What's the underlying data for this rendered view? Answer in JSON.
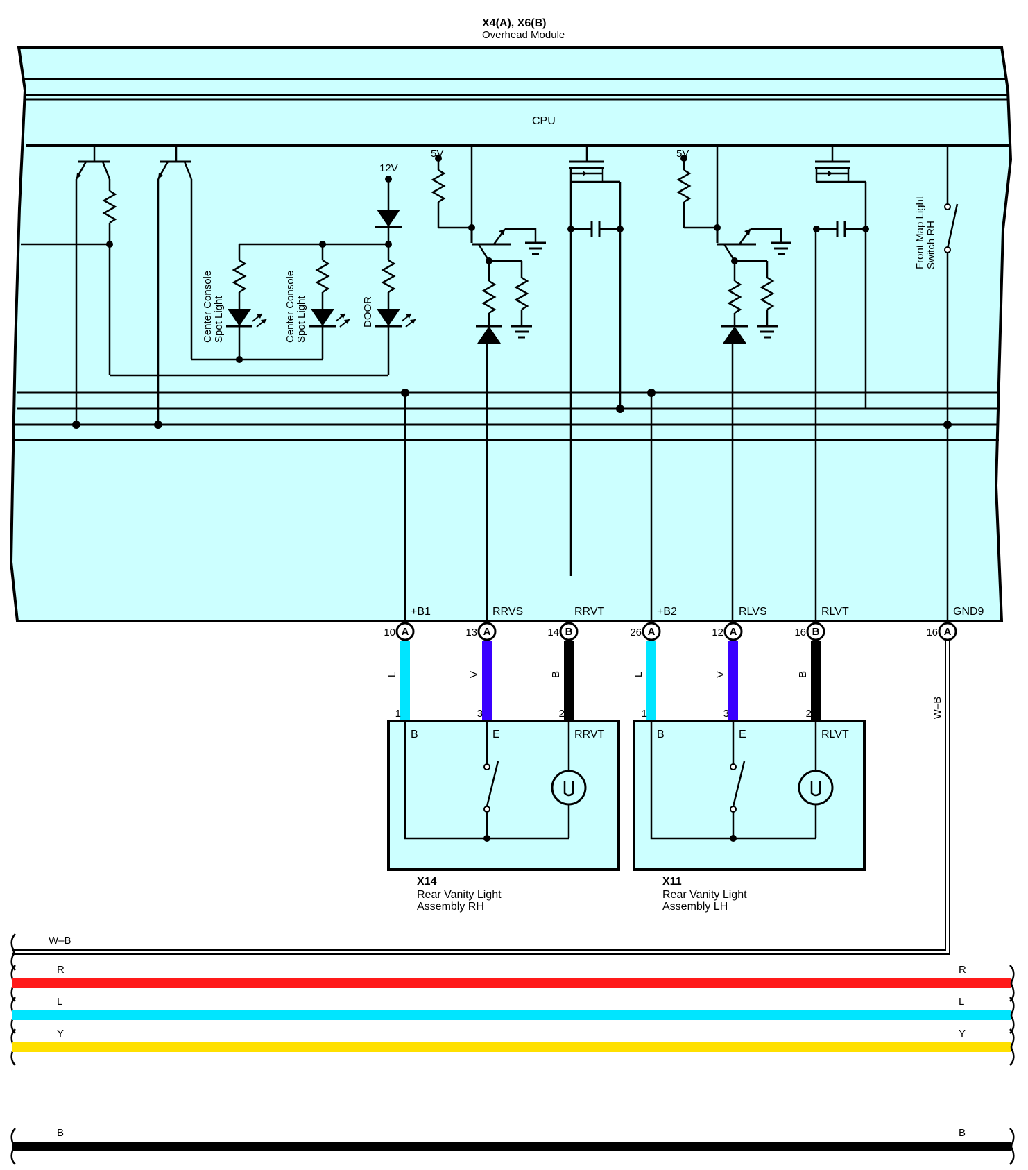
{
  "module": {
    "code": "X4(A), X6(B)",
    "name": "Overhead Module",
    "cpu_label": "CPU",
    "body_color": "#ccffff"
  },
  "internal_labels": {
    "v5_left": "5V",
    "v5_right": "5V",
    "v12": "12V",
    "spot_light_1": [
      "Center Console",
      "Spot Light"
    ],
    "spot_light_2": [
      "Center Console",
      "Spot Light"
    ],
    "door": "DOOR",
    "front_map_switch": [
      "Front Map Light",
      "Switch RH"
    ]
  },
  "pins": [
    {
      "signal": "+B1",
      "number": "10",
      "connector": "A"
    },
    {
      "signal": "RRVS",
      "number": "13",
      "connector": "A"
    },
    {
      "signal": "RRVT",
      "number": "14",
      "connector": "B"
    },
    {
      "signal": "+B2",
      "number": "26",
      "connector": "A"
    },
    {
      "signal": "RLVS",
      "number": "12",
      "connector": "A"
    },
    {
      "signal": "RLVT",
      "number": "16",
      "connector": "B"
    },
    {
      "signal": "GND9",
      "number": "16",
      "connector": "A"
    }
  ],
  "wires": [
    {
      "color_code": "L",
      "color": "#00e5ff"
    },
    {
      "color_code": "V",
      "color": "#3a00ff"
    },
    {
      "color_code": "B",
      "color": "#000000"
    },
    {
      "color_code": "L",
      "color": "#00e5ff"
    },
    {
      "color_code": "V",
      "color": "#3a00ff"
    },
    {
      "color_code": "B",
      "color": "#000000"
    },
    {
      "color_code": "W–B",
      "color": "#ffffff"
    }
  ],
  "assemblies": [
    {
      "code": "X14",
      "name": [
        "Rear Vanity Light",
        "Assembly RH"
      ],
      "pin_numbers": [
        "1",
        "3",
        "2"
      ],
      "terminals": [
        "B",
        "E",
        "RRVT"
      ]
    },
    {
      "code": "X11",
      "name": [
        "Rear Vanity Light",
        "Assembly LH"
      ],
      "pin_numbers": [
        "1",
        "3",
        "2"
      ],
      "terminals": [
        "B",
        "E",
        "RLVT"
      ]
    }
  ],
  "buses": [
    {
      "code": "W–B",
      "color": "#ffffff"
    },
    {
      "code": "R",
      "color": "#ff1a1a"
    },
    {
      "code": "L",
      "color": "#00e5ff"
    },
    {
      "code": "Y",
      "color": "#ffe000"
    },
    {
      "code": "B",
      "color": "#000000"
    }
  ]
}
